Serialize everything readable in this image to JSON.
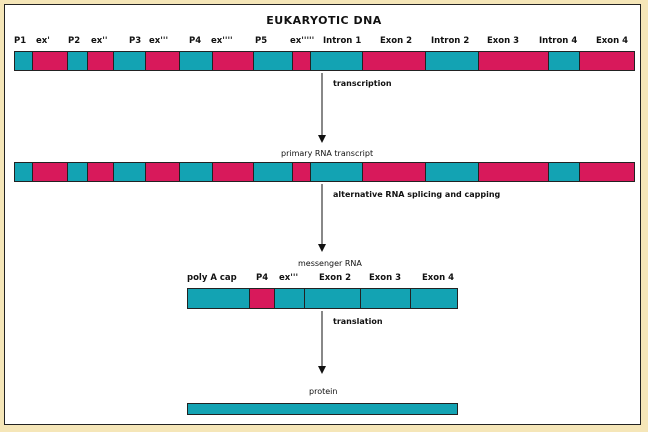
{
  "title": "EUKARYOTIC DNA",
  "dna": {
    "labels": [
      "P1",
      "ex'",
      "P2",
      "ex''",
      "P3",
      "ex'''",
      "P4",
      "ex''''",
      "P5",
      "ex'''''",
      "Intron 1",
      "Exon 2",
      "Intron 2",
      "Exon 3",
      "Intron 4",
      "Exon 4"
    ],
    "segments": [
      "teal",
      "mag",
      "teal",
      "mag",
      "teal",
      "mag",
      "teal",
      "mag",
      "teal",
      "mag",
      "teal",
      "mag",
      "teal",
      "mag",
      "teal",
      "mag"
    ]
  },
  "step1": "transcription",
  "primary_transcript": {
    "caption": "primary RNA transcript",
    "segments": [
      "teal",
      "mag",
      "teal",
      "mag",
      "teal",
      "mag",
      "teal",
      "mag",
      "teal",
      "mag",
      "teal",
      "mag",
      "teal",
      "mag",
      "teal",
      "mag"
    ]
  },
  "step2": "alternative RNA splicing and capping",
  "mrna": {
    "caption": "messenger RNA",
    "labels": [
      "poly A cap",
      "P4",
      "ex'''",
      "Exon 2",
      "Exon 3",
      "Exon 4"
    ],
    "segments": [
      "teal",
      "mag",
      "teal",
      "teal",
      "teal",
      "teal"
    ]
  },
  "step3": "translation",
  "protein": {
    "caption": "protein"
  },
  "colors": {
    "teal": "#13a3b3",
    "magenta": "#d8195b",
    "background": "#f5e6b8"
  }
}
